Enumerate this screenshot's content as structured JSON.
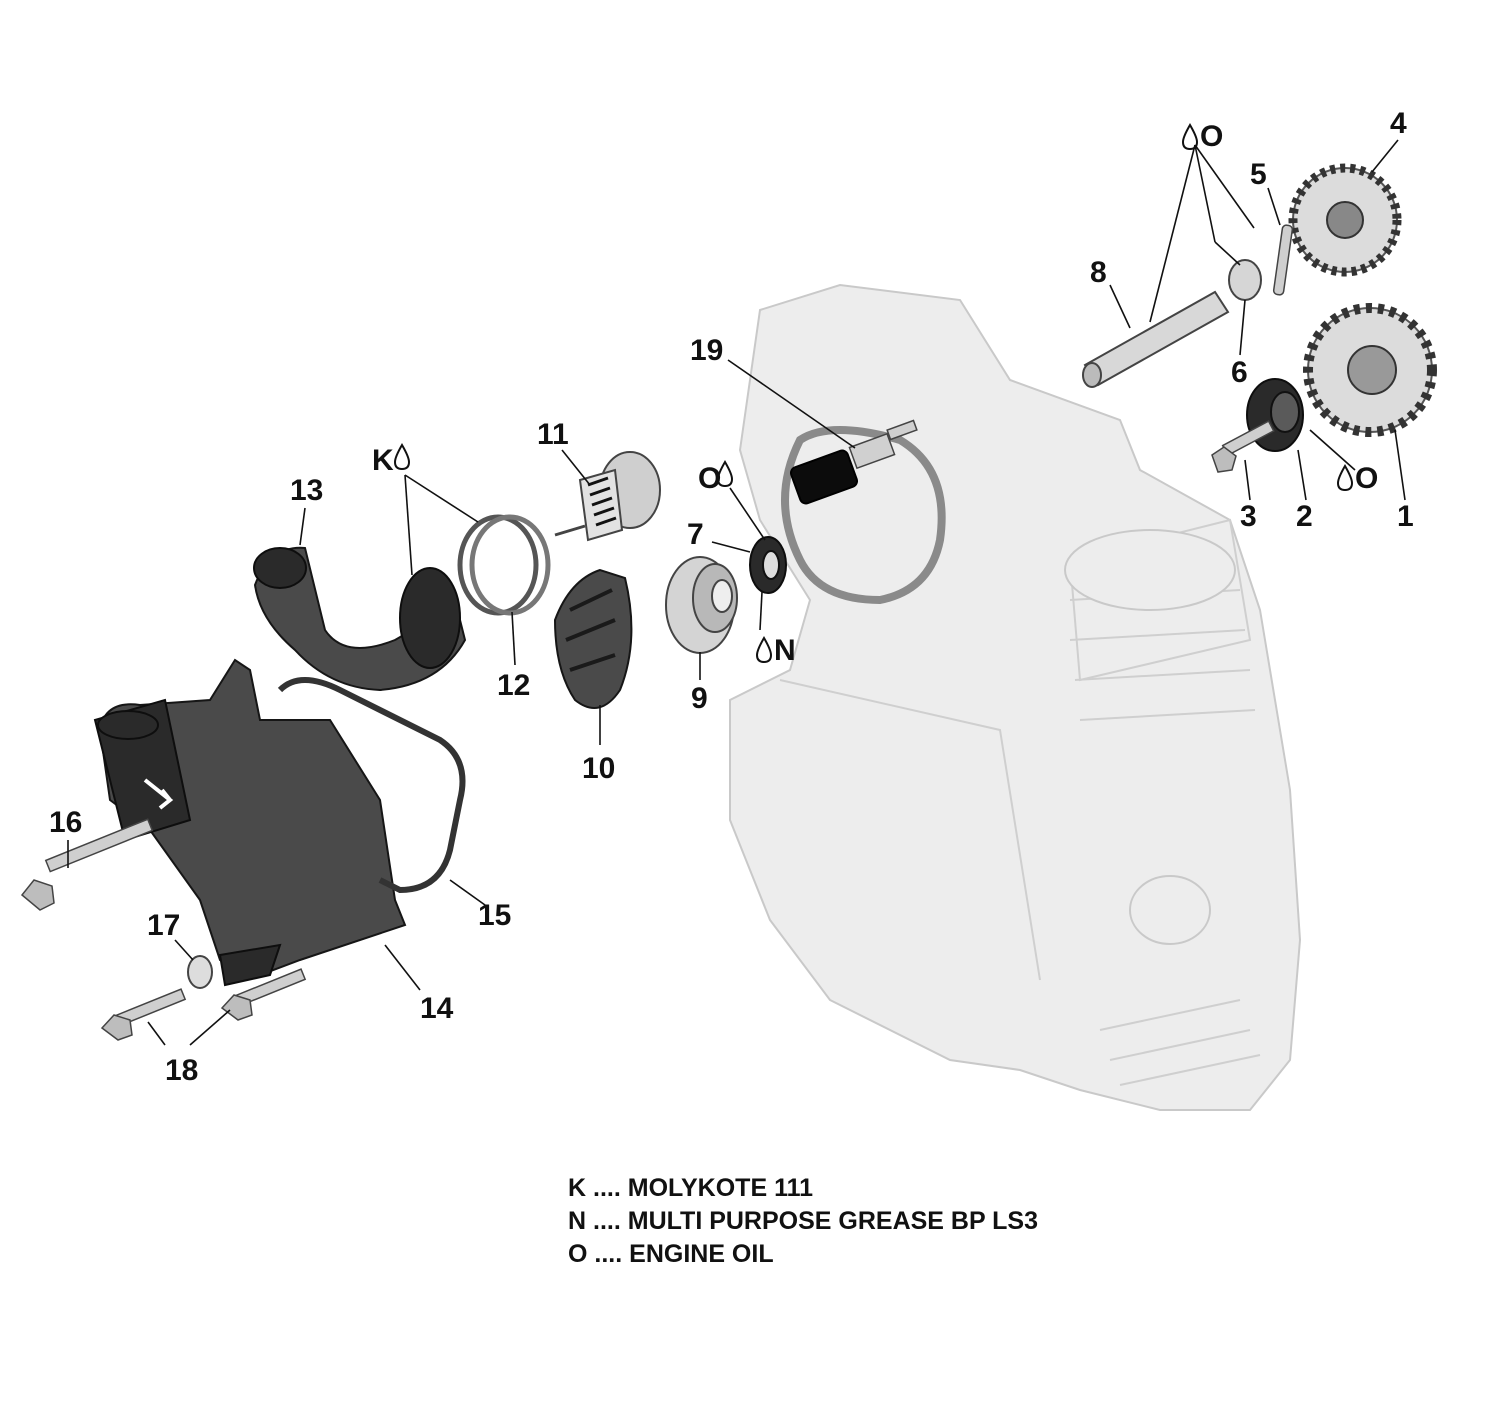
{
  "callouts": [
    {
      "id": "1",
      "text": "1"
    },
    {
      "id": "2",
      "text": "2"
    },
    {
      "id": "3",
      "text": "3"
    },
    {
      "id": "4",
      "text": "4"
    },
    {
      "id": "5",
      "text": "5"
    },
    {
      "id": "6",
      "text": "6"
    },
    {
      "id": "7",
      "text": "7"
    },
    {
      "id": "8",
      "text": "8"
    },
    {
      "id": "9",
      "text": "9"
    },
    {
      "id": "10",
      "text": "10"
    },
    {
      "id": "11",
      "text": "11"
    },
    {
      "id": "12",
      "text": "12"
    },
    {
      "id": "13",
      "text": "13"
    },
    {
      "id": "14",
      "text": "14"
    },
    {
      "id": "15",
      "text": "15"
    },
    {
      "id": "16",
      "text": "16"
    },
    {
      "id": "17",
      "text": "17"
    },
    {
      "id": "18",
      "text": "18"
    },
    {
      "id": "19",
      "text": "19"
    }
  ],
  "lubricant_marks": {
    "o_top": "O",
    "o_right": "O",
    "o_mid": "O",
    "k_mark": "K",
    "n_mark": "N"
  },
  "legend": [
    {
      "code": "K",
      "sep": " .... ",
      "text": "MOLYKOTE 111"
    },
    {
      "code": "N",
      "sep": " .... ",
      "text": "MULTI PURPOSE GREASE BP LS3"
    },
    {
      "code": "O",
      "sep": " .... ",
      "text": "ENGINE OIL"
    }
  ],
  "colors": {
    "ink": "#111111",
    "ghost_part": "#ededed",
    "dark_part": "#2a2a2a"
  }
}
